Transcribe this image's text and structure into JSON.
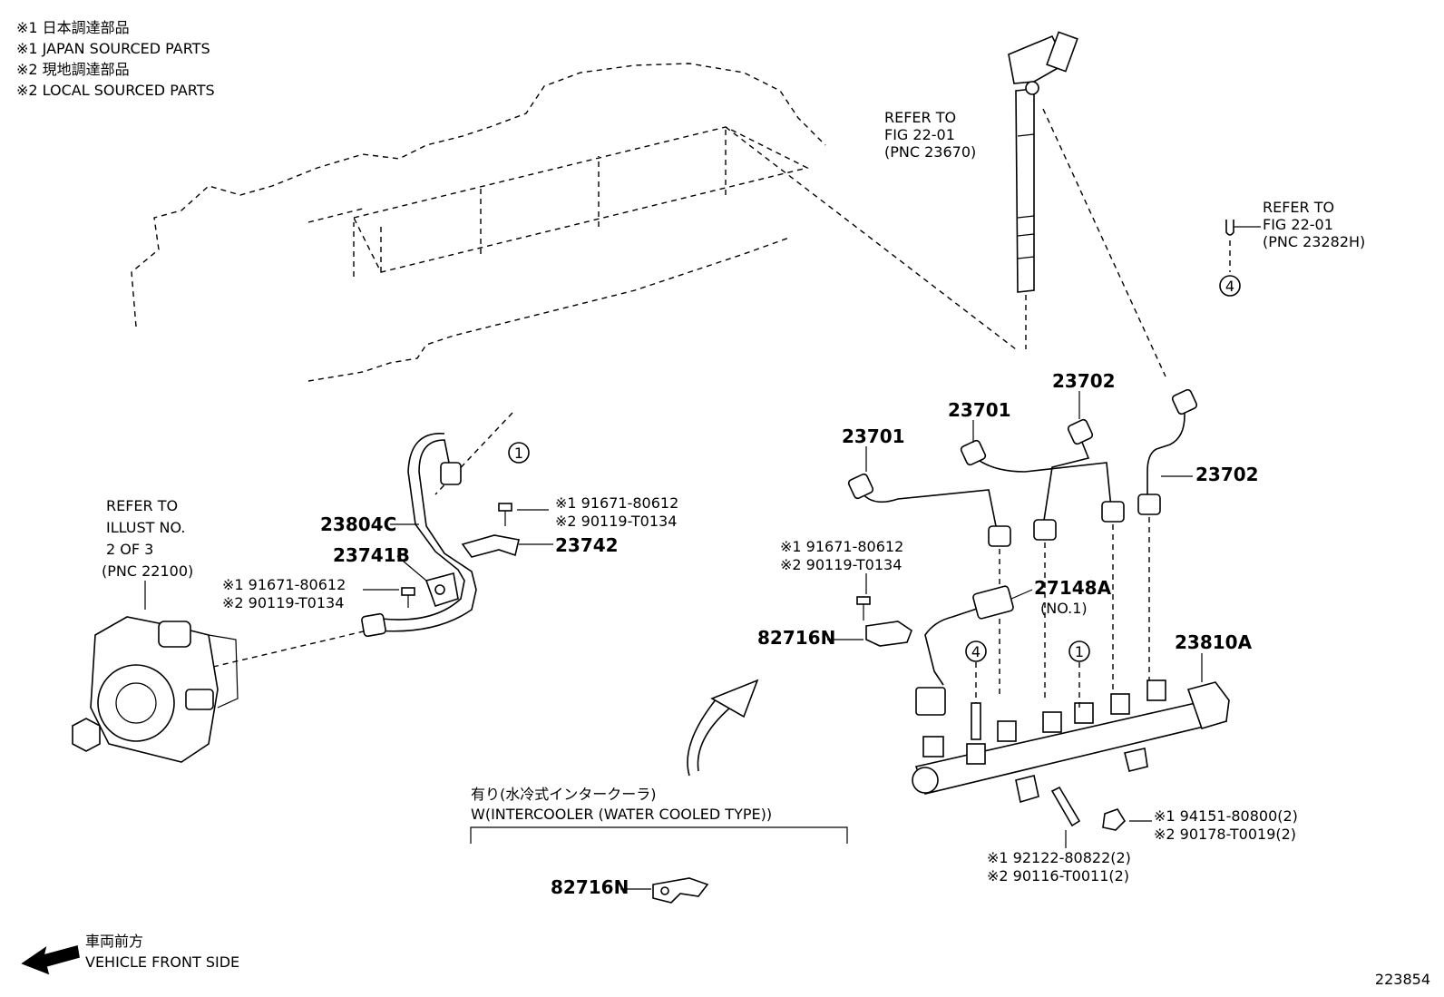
{
  "legend": {
    "line1": "※1 日本調達部品",
    "line2": "※1 JAPAN SOURCED PARTS",
    "line3": "※2 現地調達部品",
    "line4": "※2 LOCAL SOURCED PARTS"
  },
  "refs": {
    "injector": [
      "REFER TO",
      "FIG 22-01",
      "(PNC 23670)"
    ],
    "sensor": [
      "REFER TO",
      "FIG 22-01",
      "(PNC 23282H)"
    ],
    "pump": [
      "REFER TO",
      "ILLUST NO.",
      "2 OF 3",
      "(PNC 22100)"
    ]
  },
  "circles": {
    "c1a": "1",
    "c1b": "1",
    "c4a": "4",
    "c4b": "4"
  },
  "parts": {
    "p23804C": "23804C",
    "p23741B": "23741B",
    "p23742": "23742",
    "p23701a": "23701",
    "p23701b": "23701",
    "p23702a": "23702",
    "p23702b": "23702",
    "p27148A": "27148A",
    "p27148A_sub": "(NO.1)",
    "p23810A": "23810A",
    "p82716N_a": "82716N",
    "p82716N_b": "82716N"
  },
  "bolts": {
    "b1": [
      "※1  91671-80612",
      "※2  90119-T0134"
    ],
    "b2": [
      "※1  91671-80612",
      "※2  90119-T0134"
    ],
    "b3": [
      "※1  91671-80612",
      "※2  90119-T0134"
    ],
    "nut": [
      "※1  94151-80800(2)",
      "※2  90178-T0019(2)"
    ],
    "stud": [
      "※1  92122-80822(2)",
      "※2  90116-T0011(2)"
    ]
  },
  "intercooler": {
    "jp": "有り(水冷式インタークーラ)",
    "en": "W(INTERCOOLER (WATER COOLED TYPE))"
  },
  "front": {
    "jp": "車両前方",
    "en": "VEHICLE FRONT SIDE"
  },
  "figure_id": "223854"
}
